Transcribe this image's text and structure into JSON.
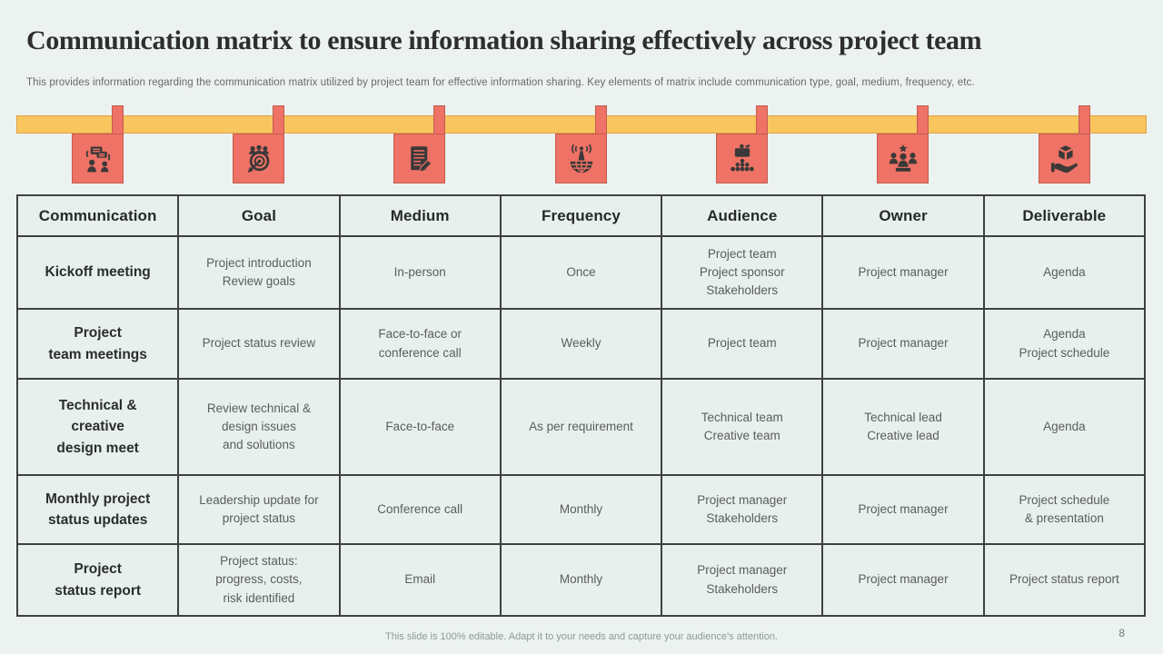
{
  "slide": {
    "title": "Communication matrix to ensure information sharing effectively across project team",
    "subtitle": "This provides information regarding the communication matrix utilized by project team for effective information sharing. Key elements of matrix include communication type, goal, medium, frequency, etc.",
    "footer_note": "This slide is 100% editable. Adapt it to your needs and capture your audience's attention.",
    "page_number": "8"
  },
  "colors": {
    "accent_salmon": "#ee7265",
    "accent_yellow": "#f9c55f",
    "icon_dark": "#3a3838",
    "table_border": "#3e4042",
    "background": "#ecf2f0"
  },
  "timeline": {
    "icons": [
      "discussion-icon",
      "goal-target-icon",
      "document-pencil-icon",
      "broadcast-globe-icon",
      "audience-presentation-icon",
      "team-owner-star-icon",
      "hand-deliverable-icon"
    ]
  },
  "table": {
    "headers": [
      "Communication",
      "Goal",
      "Medium",
      "Frequency",
      "Audience",
      "Owner",
      "Deliverable"
    ],
    "rows": [
      {
        "communication": "Kickoff meeting",
        "goal": "Project introduction\nReview goals",
        "medium": "In-person",
        "frequency": "Once",
        "audience": "Project team\nProject sponsor\nStakeholders",
        "owner": "Project manager",
        "deliverable": "Agenda"
      },
      {
        "communication": "Project\nteam meetings",
        "goal": "Project status review",
        "medium": "Face-to-face or\nconference call",
        "frequency": "Weekly",
        "audience": "Project team",
        "owner": "Project manager",
        "deliverable": "Agenda\nProject schedule"
      },
      {
        "communication": "Technical &\ncreative\ndesign meet",
        "goal": "Review technical &\ndesign issues\nand solutions",
        "medium": "Face-to-face",
        "frequency": "As per requirement",
        "audience": "Technical team\nCreative team",
        "owner": "Technical lead\nCreative lead",
        "deliverable": "Agenda"
      },
      {
        "communication": "Monthly project\nstatus updates",
        "goal": "Leadership update for\nproject status",
        "medium": "Conference call",
        "frequency": "Monthly",
        "audience": "Project manager\nStakeholders",
        "owner": "Project manager",
        "deliverable": "Project schedule\n& presentation"
      },
      {
        "communication": "Project\nstatus report",
        "goal": "Project status:\nprogress, costs,\nrisk identified",
        "medium": "Email",
        "frequency": "Monthly",
        "audience": "Project manager\nStakeholders",
        "owner": "Project manager",
        "deliverable": "Project status report"
      }
    ]
  }
}
